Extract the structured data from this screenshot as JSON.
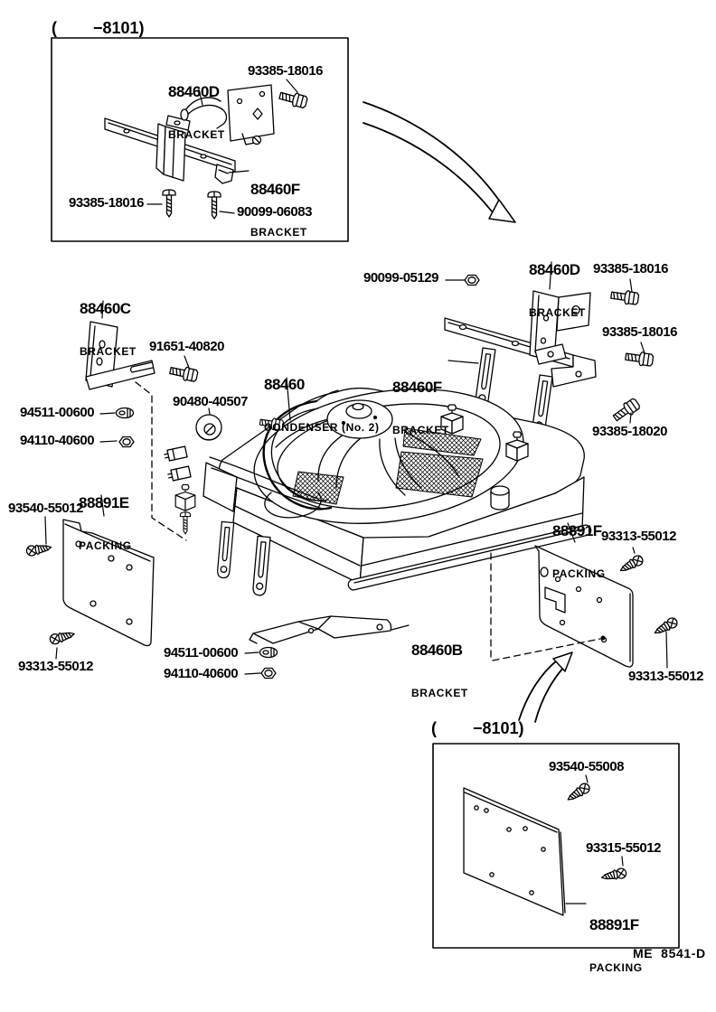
{
  "notes": {
    "variant": "(        −8101)",
    "footer": "ME  8541-D"
  },
  "parts": {
    "condenser": {
      "num": "88460",
      "name": "CONDENSER (No. 2)"
    },
    "bracket_b": {
      "num": "88460B",
      "name": "BRACKET"
    },
    "bracket_c": {
      "num": "88460C",
      "name": "BRACKET"
    },
    "bracket_d": {
      "num": "88460D",
      "name": "BRACKET"
    },
    "bracket_f": {
      "num": "88460F",
      "name": "BRACKET"
    },
    "packing_e": {
      "num": "88891E",
      "name": "PACKING"
    },
    "packing_f": {
      "num": "88891F",
      "name": "PACKING"
    }
  },
  "fasteners": {
    "s93385_18016": "93385-18016",
    "s90099_06083": "90099-06083",
    "n90099_05129": "90099-05129",
    "b93385_18020": "93385-18020",
    "b91651_40820": "91651-40820",
    "g90480_40507": "90480-40507",
    "c94511_00600": "94511-00600",
    "n94110_40600": "94110-40600",
    "s93540_55012": "93540-55012",
    "s93313_55012": "93313-55012",
    "s93540_55008": "93540-55008",
    "s93315_55012": "93315-55012"
  },
  "colors": {
    "line": "#000000",
    "background": "#ffffff"
  }
}
